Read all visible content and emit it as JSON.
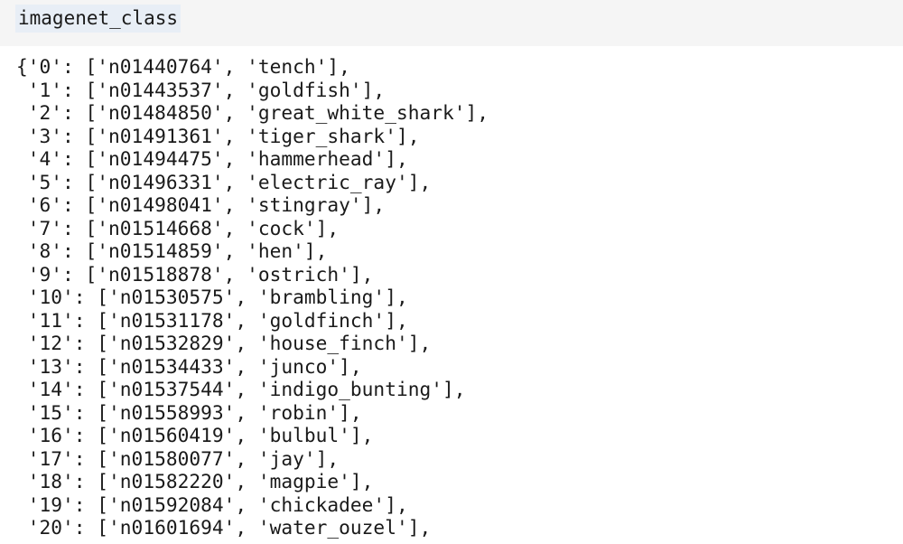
{
  "input": {
    "code": "imagenet_class"
  },
  "output": {
    "entries": [
      {
        "key": "0",
        "wnid": "n01440764",
        "label": "tench"
      },
      {
        "key": "1",
        "wnid": "n01443537",
        "label": "goldfish"
      },
      {
        "key": "2",
        "wnid": "n01484850",
        "label": "great_white_shark"
      },
      {
        "key": "3",
        "wnid": "n01491361",
        "label": "tiger_shark"
      },
      {
        "key": "4",
        "wnid": "n01494475",
        "label": "hammerhead"
      },
      {
        "key": "5",
        "wnid": "n01496331",
        "label": "electric_ray"
      },
      {
        "key": "6",
        "wnid": "n01498041",
        "label": "stingray"
      },
      {
        "key": "7",
        "wnid": "n01514668",
        "label": "cock"
      },
      {
        "key": "8",
        "wnid": "n01514859",
        "label": "hen"
      },
      {
        "key": "9",
        "wnid": "n01518878",
        "label": "ostrich"
      },
      {
        "key": "10",
        "wnid": "n01530575",
        "label": "brambling"
      },
      {
        "key": "11",
        "wnid": "n01531178",
        "label": "goldfinch"
      },
      {
        "key": "12",
        "wnid": "n01532829",
        "label": "house_finch"
      },
      {
        "key": "13",
        "wnid": "n01534433",
        "label": "junco"
      },
      {
        "key": "14",
        "wnid": "n01537544",
        "label": "indigo_bunting"
      },
      {
        "key": "15",
        "wnid": "n01558993",
        "label": "robin"
      },
      {
        "key": "16",
        "wnid": "n01560419",
        "label": "bulbul"
      },
      {
        "key": "17",
        "wnid": "n01580077",
        "label": "jay"
      },
      {
        "key": "18",
        "wnid": "n01582220",
        "label": "magpie"
      },
      {
        "key": "19",
        "wnid": "n01592084",
        "label": "chickadee"
      },
      {
        "key": "20",
        "wnid": "n01601694",
        "label": "water_ouzel"
      }
    ]
  }
}
